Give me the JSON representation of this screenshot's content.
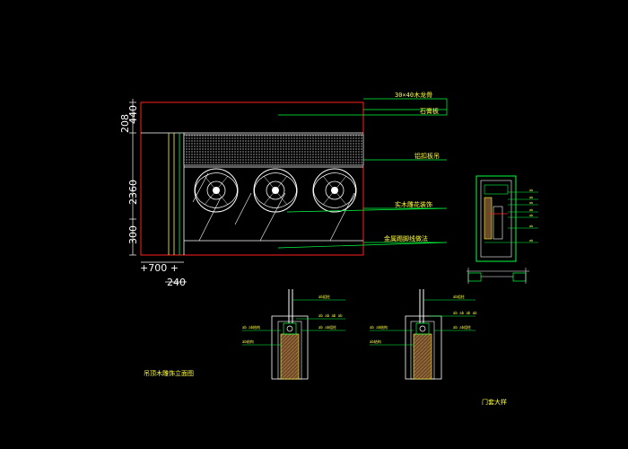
{
  "colors": {
    "background": "#000000",
    "frame": "#ff2020",
    "primary_line": "#ffffff",
    "leader": "#00ff40",
    "label": "#ffff40",
    "dimension": "#ffffff",
    "frame_detail": "#00ff40",
    "panel_fill": "#6b4a2a",
    "panel_hatch": "#b07840"
  },
  "elevation": {
    "dimensions": {
      "top_small": "208",
      "top_small_2": "440",
      "middle": "2360",
      "bottom": "300",
      "left_bottom": "+700 +",
      "bottom_center": "240"
    },
    "callouts": [
      "30×40木龙骨",
      "石膏板",
      "铝扣板吊",
      "实木雕花装饰",
      "金属踢脚线做法"
    ],
    "title": "吊顶木雕饰立面图"
  },
  "door_section": {
    "title": "门套大样",
    "callouts": [
      "ab",
      "ab",
      "ab",
      "ab",
      "ab",
      "ab",
      "ab"
    ]
  },
  "detail_a": {
    "callouts": [
      "ab组柱",
      "ab ab ab ab",
      "ab ab组柱",
      "ab ab结构",
      "ab结构"
    ]
  },
  "detail_b": {
    "callouts": [
      "ab组柱",
      "ab ab ab ab",
      "ab ab组柱",
      "ab ab结构",
      "ab结构"
    ]
  }
}
